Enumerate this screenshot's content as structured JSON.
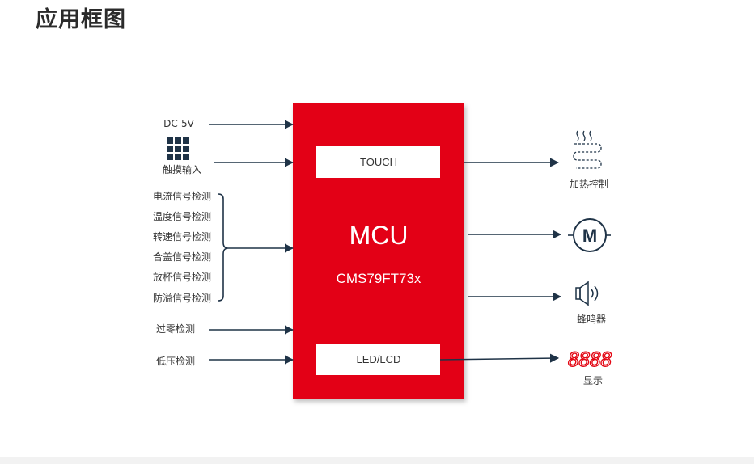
{
  "page": {
    "title": "应用框图"
  },
  "mcu": {
    "title": "MCU",
    "model": "CMS79FT73x",
    "touch_label": "TOUCH",
    "led_label": "LED/LCD",
    "color": "#e30613"
  },
  "inputs": {
    "dc": "DC-5V",
    "touch": "触摸输入",
    "signals": [
      "电流信号检测",
      "温度信号检测",
      "转速信号检测",
      "合盖信号检测",
      "放杯信号检测",
      "防溢信号检测"
    ],
    "zero_cross": "过零检测",
    "low_voltage": "低压检测"
  },
  "outputs": {
    "heating": "加热控制",
    "motor_symbol": "M",
    "buzzer": "蜂鸣器",
    "display_digits": "8888",
    "display": "显示"
  },
  "colors": {
    "line": "#1f3347",
    "accent": "#e30613",
    "text": "#333333"
  },
  "icons": [
    "keypad-icon",
    "heating-icon",
    "motor-icon",
    "speaker-icon",
    "seven-segment-icon"
  ]
}
